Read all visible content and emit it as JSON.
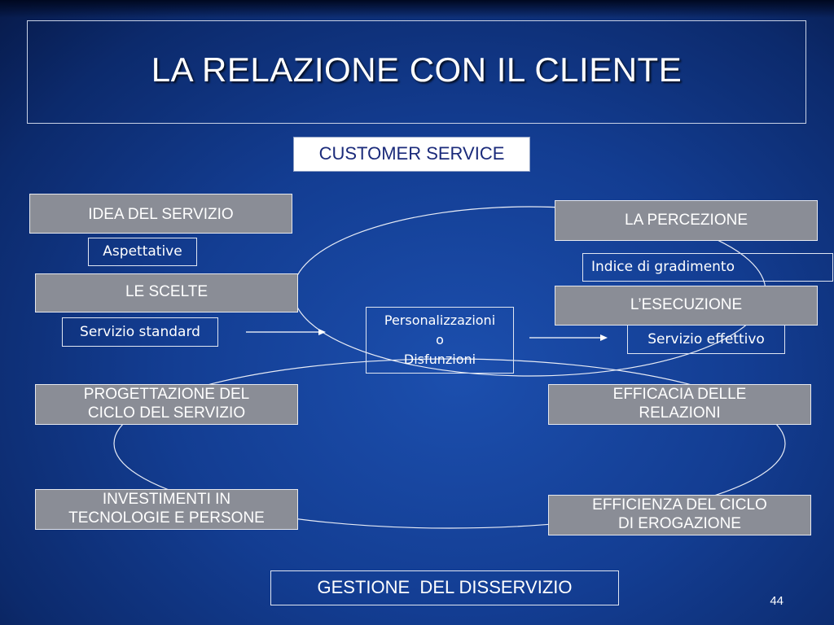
{
  "slide": {
    "title": "LA RELAZIONE CON IL CLIENTE",
    "page_number": "44"
  },
  "diagram": {
    "header": "CUSTOMER SERVICE",
    "left": {
      "idea": "IDEA DEL SERVIZIO",
      "aspettative": "Aspettative",
      "scelte": "LE SCELTE",
      "standard": "Servizio standard",
      "progettazione_1": "PROGETTAZIONE DEL",
      "progettazione_2": "CICLO DEL SERVIZIO",
      "investimenti_1": "INVESTIMENTI IN",
      "investimenti_2": "TECNOLOGIE E PERSONE"
    },
    "center": {
      "line1": "Personalizzazioni",
      "line2": "o",
      "line3": "Disfunzioni"
    },
    "right": {
      "percezione": "LA PERCEZIONE",
      "gradimento": "Indice di gradimento",
      "esecuzione": "L’ESECUZIONE",
      "effettivo": "Servizio effettivo",
      "efficacia_1": "EFFICACIA DELLE",
      "efficacia_2": "RELAZIONI",
      "efficienza_1": "EFFICIENZA DEL CICLO",
      "efficienza_2": "DI EROGAZIONE"
    },
    "footer": "GESTIONE  DEL DISSERVIZIO"
  },
  "colors": {
    "background": "#133d92",
    "gray_box": "#8a8d96",
    "text_white": "#ffffff",
    "header_text": "#1a2a7a"
  }
}
